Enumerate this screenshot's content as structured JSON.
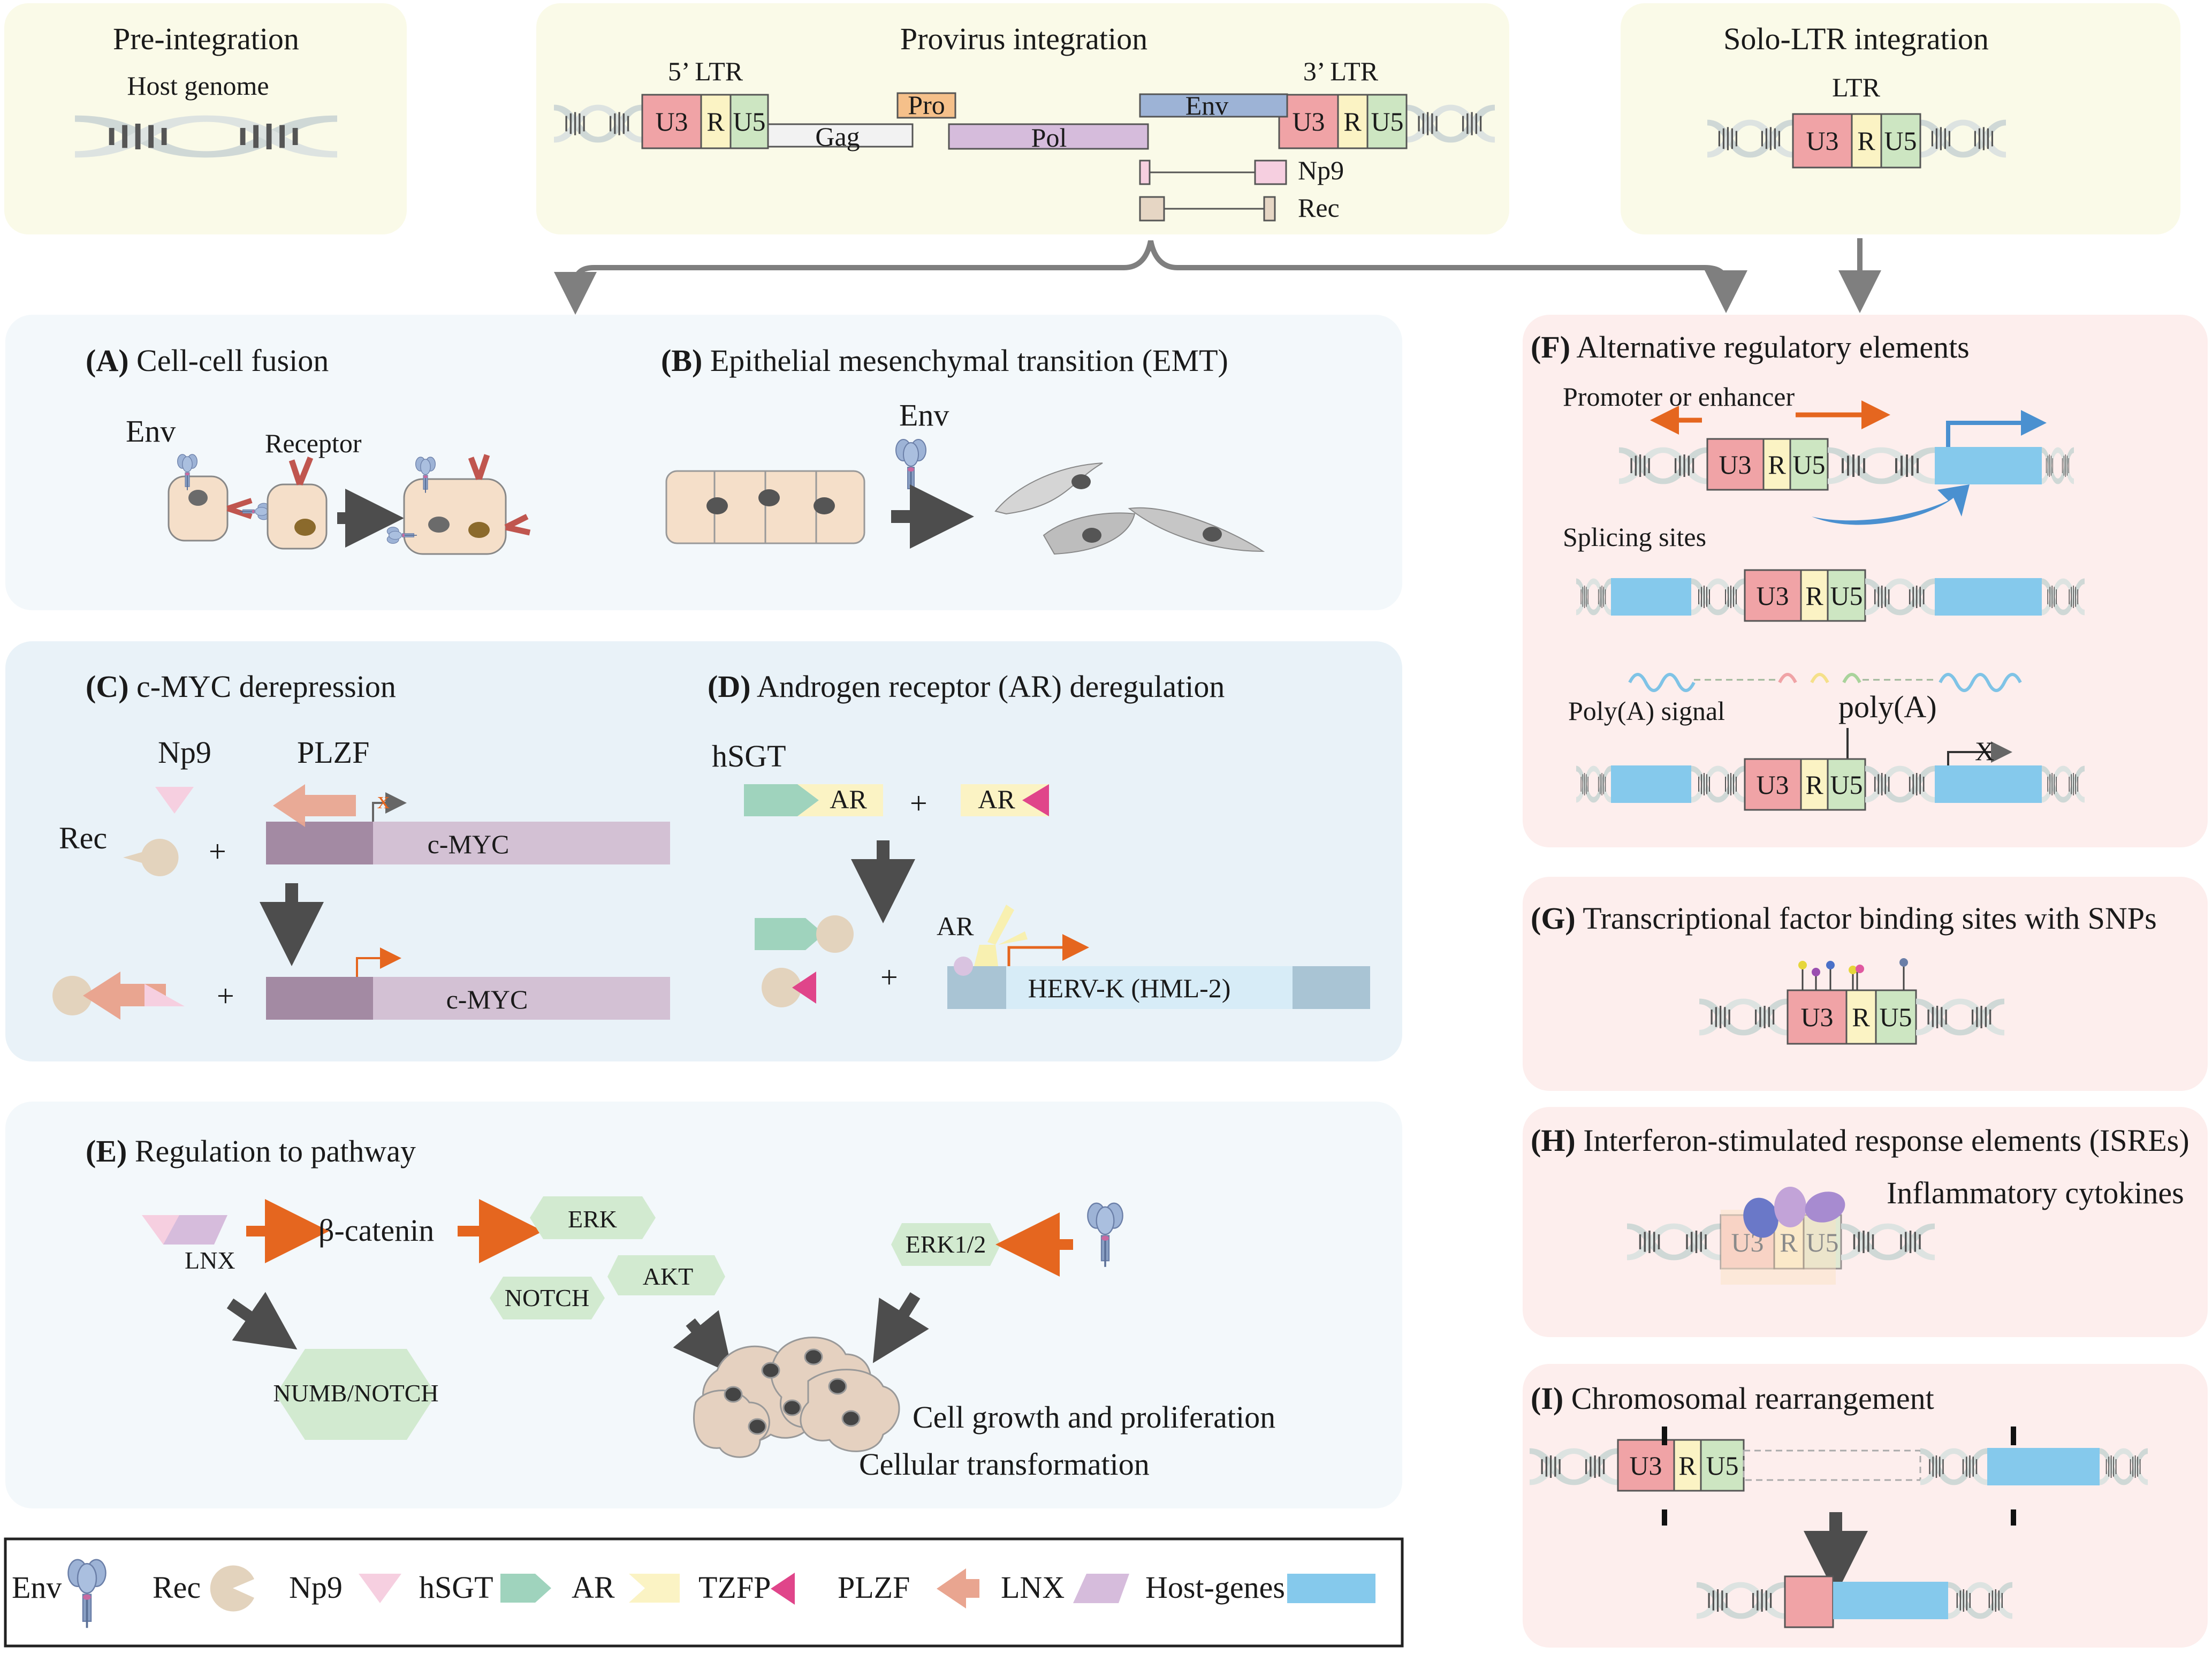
{
  "top": {
    "pre_title": "Pre-integration",
    "host_genome": "Host genome",
    "provirus_title": "Provirus integration",
    "ltr5": "5’ LTR",
    "ltr3": "3’ LTR",
    "solo_title": "Solo-LTR integration",
    "ltr": "LTR"
  },
  "ltr_parts": {
    "u3": "U3",
    "r": "R",
    "u5": "U5"
  },
  "genes": {
    "gag": "Gag",
    "pro": "Pro",
    "pol": "Pol",
    "env": "Env",
    "np9": "Np9",
    "rec": "Rec"
  },
  "panel_a": {
    "letter": "(A)",
    "title": "Cell-cell fusion",
    "env": "Env",
    "receptor": "Receptor"
  },
  "panel_b": {
    "letter": "(B)",
    "title": "Epithelial mesenchymal transition (EMT)",
    "env": "Env"
  },
  "panel_c": {
    "letter": "(C)",
    "title": "c-MYC derepression",
    "np9": "Np9",
    "plzf": "PLZF",
    "rec": "Rec",
    "cmyc": "c-MYC",
    "plus": "+"
  },
  "panel_d": {
    "letter": "(D)",
    "title": "Androgen receptor (AR) deregulation",
    "hsgt": "hSGT",
    "ar": "AR",
    "herv": "HERV-K (HML-2)",
    "plus": "+"
  },
  "panel_e": {
    "letter": "(E)",
    "title": "Regulation to pathway",
    "lnx": "LNX",
    "beta": "β-catenin",
    "erk": "ERK",
    "akt": "AKT",
    "notch": "NOTCH",
    "erk12": "ERK1/2",
    "numb": "NUMB/NOTCH",
    "growth": "Cell growth and proliferation",
    "transform": "Cellular transformation"
  },
  "panel_f": {
    "letter": "(F)",
    "title": "Alternative regulatory elements",
    "promoter": "Promoter or enhancer",
    "splicing": "Splicing sites",
    "polya_signal": "Poly(A) signal",
    "polya": "poly(A)",
    "x": "X"
  },
  "panel_g": {
    "letter": "(G)",
    "title": "Transcriptional factor binding sites with SNPs"
  },
  "panel_h": {
    "letter": "(H)",
    "title": "Interferon-stimulated response elements (ISREs)",
    "cytokines": "Inflammatory cytokines"
  },
  "panel_i": {
    "letter": "(I)",
    "title": "Chromosomal rearrangement"
  },
  "legend": {
    "env": "Env",
    "rec": "Rec",
    "np9": "Np9",
    "hsgt": "hSGT",
    "ar": "AR",
    "tzfp": "TZFP",
    "plzf": "PLZF",
    "lnx": "LNX",
    "host": "Host-genes"
  },
  "colors": {
    "u3": "#f0a3a6",
    "r": "#fbf3c4",
    "u5": "#cde6c2",
    "panel_yellow": "#fafae8",
    "panel_blue": "#f3f8fb",
    "panel_blue2": "#e9f2f8",
    "panel_pink": "#fdeeed",
    "arrow_orange": "#e5661f",
    "arrow_gray": "#4d4d4d",
    "host_gene": "#85c9ec",
    "env_blue": "#9db3d6"
  }
}
